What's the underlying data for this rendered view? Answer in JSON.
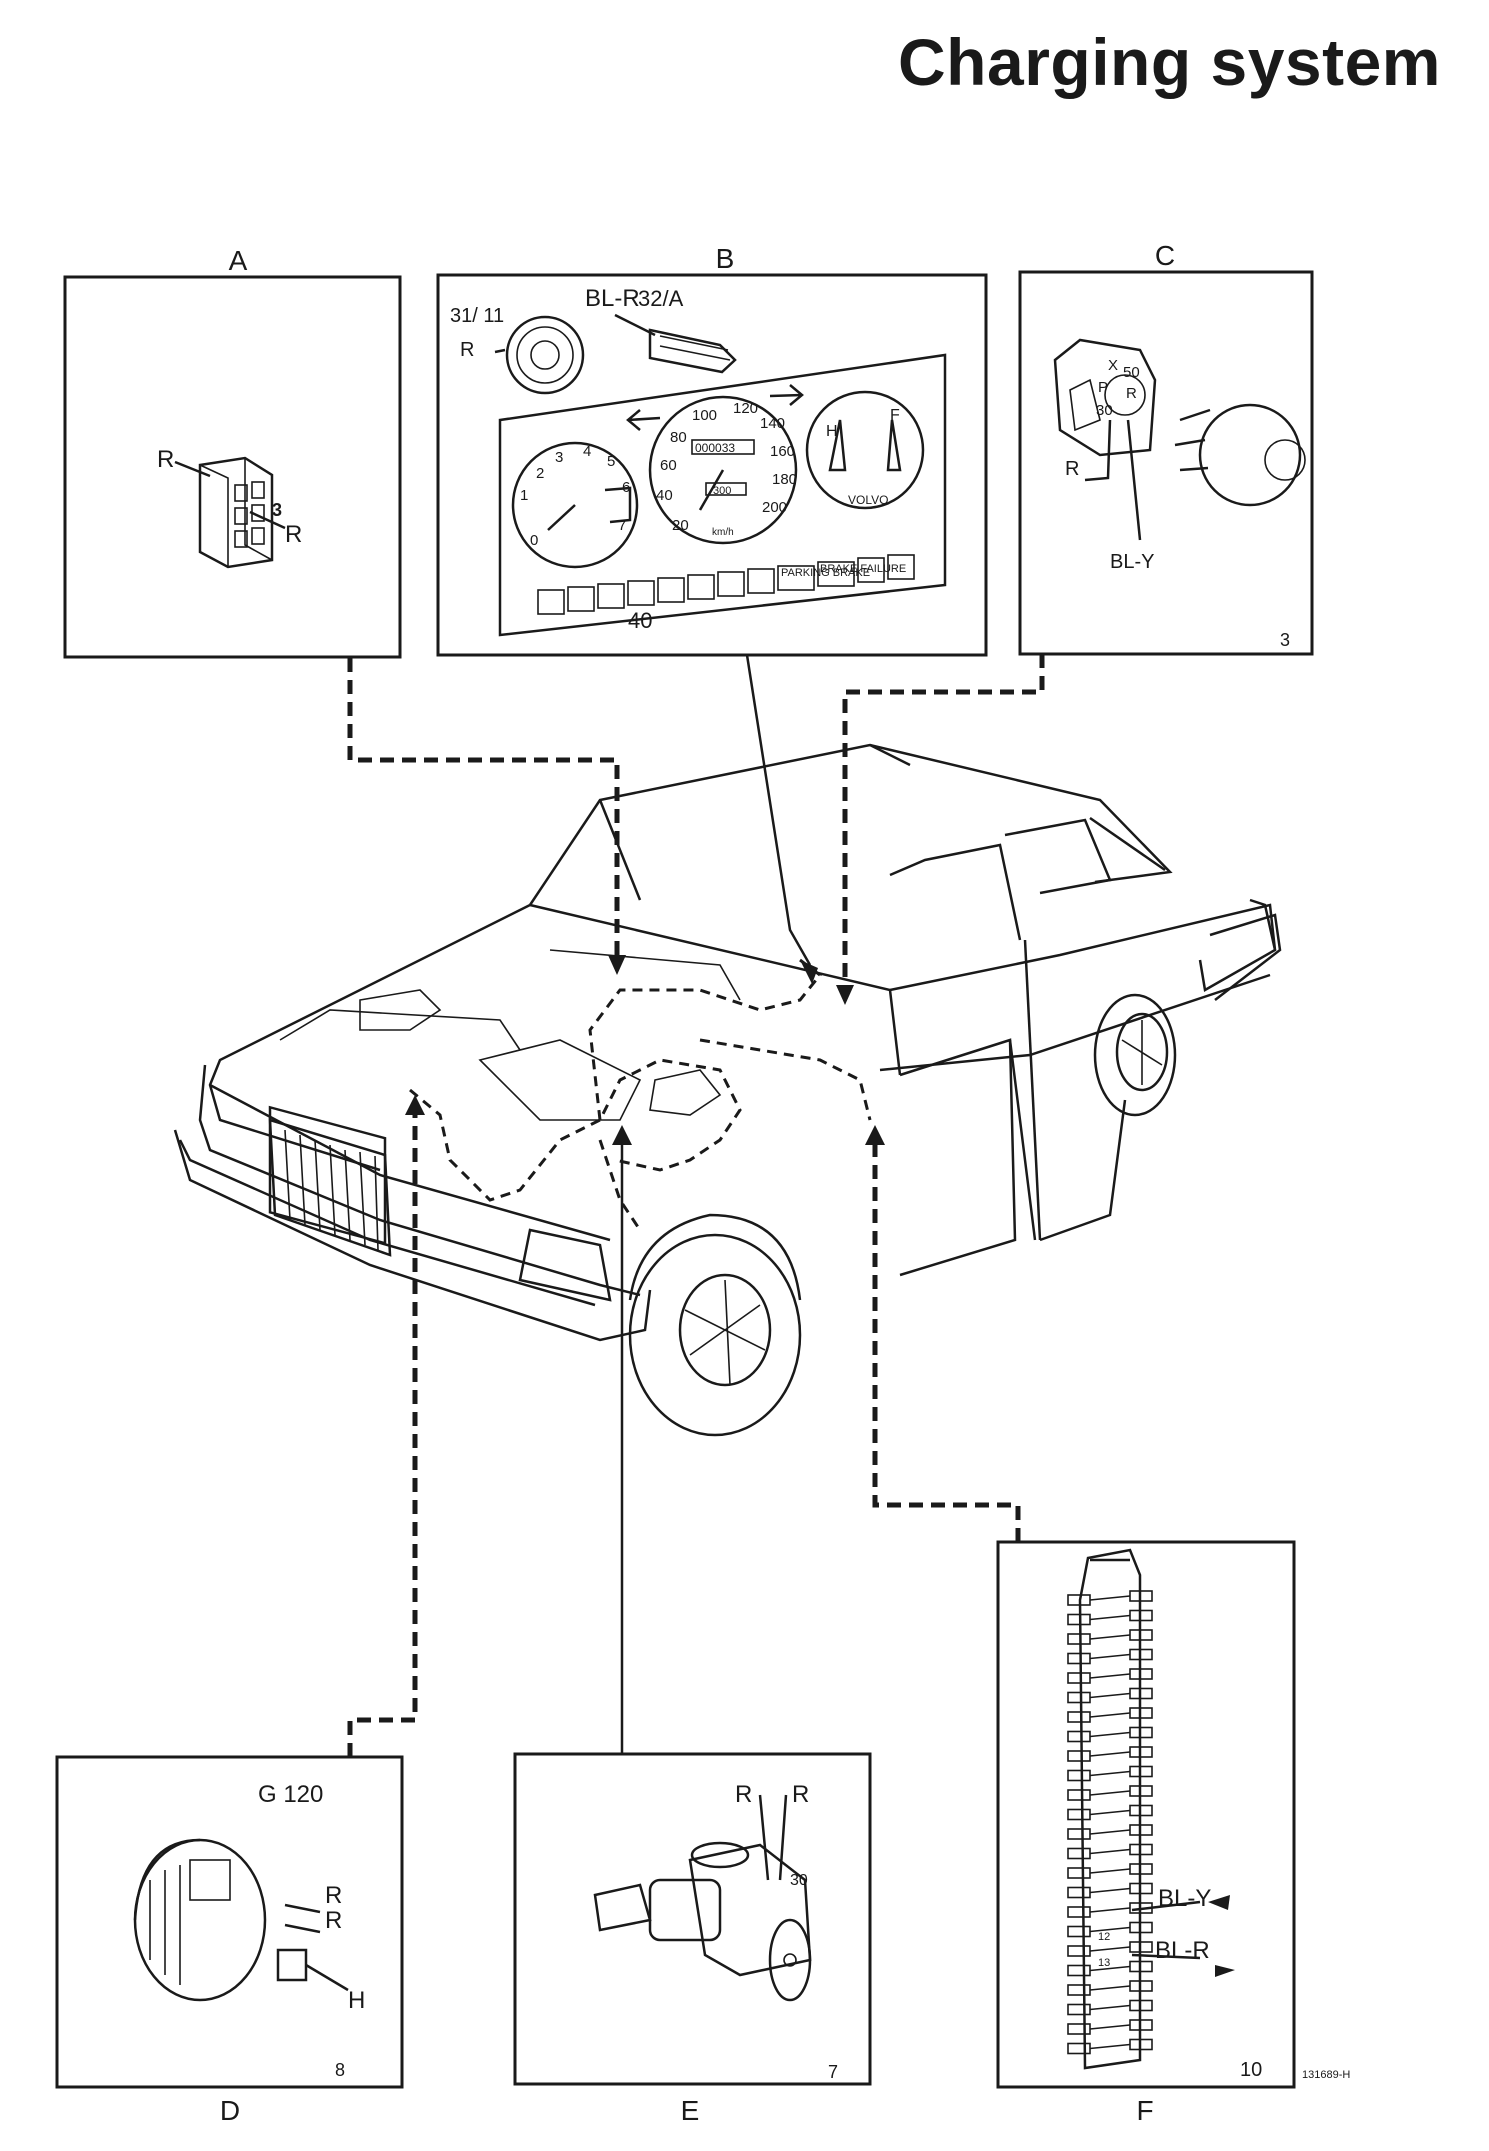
{
  "title": "Charging system",
  "panels": {
    "A": {
      "letter": "A",
      "wires": [
        "R",
        "R"
      ],
      "pin": "3"
    },
    "B": {
      "letter": "B",
      "labels": [
        "31/ 11",
        "R",
        "BL-R",
        "32/A",
        "40"
      ],
      "speedo": [
        "20",
        "40",
        "60",
        "80",
        "100",
        "120",
        "140",
        "160",
        "180",
        "200",
        "km/h"
      ],
      "odometer": "000033",
      "trip": "300",
      "brand": "VOLVO",
      "tacho": [
        "0",
        "1",
        "2",
        "3",
        "4",
        "5",
        "6",
        "7"
      ],
      "gauge": [
        "H",
        "F"
      ],
      "warn": [
        "PARKING BRAKE",
        "BRAKE FAILURE"
      ]
    },
    "C": {
      "letter": "C",
      "labels": [
        "X",
        "50",
        "P",
        "R",
        "30",
        "R",
        "BL-Y"
      ],
      "number": "3"
    },
    "D": {
      "letter": "D",
      "labels": [
        "G 120",
        "R",
        "R",
        "H"
      ],
      "number": "8"
    },
    "E": {
      "letter": "E",
      "labels": [
        "R",
        "R",
        "30"
      ],
      "number": "7"
    },
    "F": {
      "letter": "F",
      "labels": [
        "BL-Y",
        "BL-R",
        "12",
        "13"
      ],
      "number": "10"
    }
  },
  "reference": "131689-H"
}
